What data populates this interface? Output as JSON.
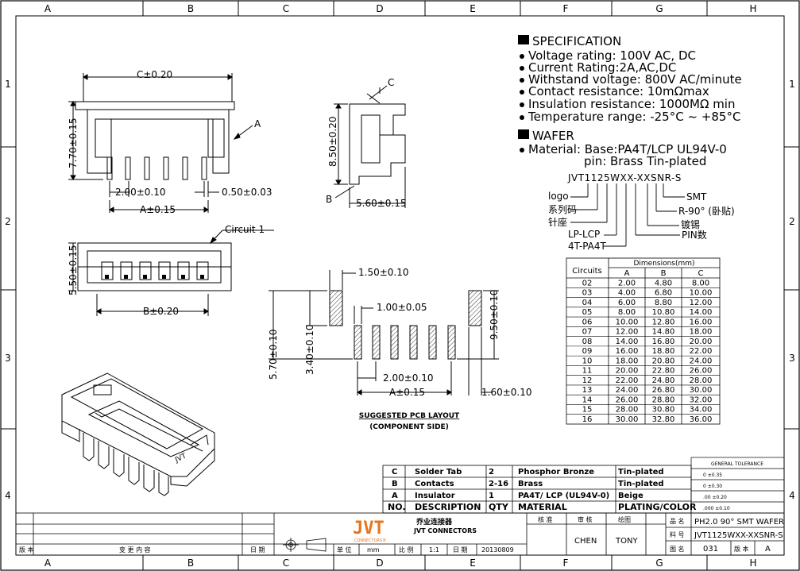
{
  "frame": {
    "cols": [
      "A",
      "B",
      "C",
      "D",
      "E",
      "F",
      "G",
      "H"
    ],
    "rows": [
      "1",
      "2",
      "3",
      "4"
    ]
  },
  "spec": {
    "title": "SPECIFICATION",
    "items": [
      "Voltage rating: 100V AC, DC",
      "Current Rating:2A,AC,DC",
      "Withstand voltage: 800V AC/minute",
      "Contact resistance: 10mΩmax",
      "Insulation resistance: 1000MΩ min",
      "Temperature range: -25°C ~ +85°C"
    ],
    "wafer_title": "WAFER",
    "material_line1": "Material: Base:PA4T/LCP UL94V-0",
    "material_line2": "pin: Brass Tin-plated"
  },
  "partcode": {
    "code": "JVT1125WXX-XXSNR-S",
    "left_labels": [
      "logo",
      "系列码",
      "针座",
      "LP-LCP",
      "4T-PA4T"
    ],
    "right_labels": [
      "SMT",
      "R-90° (卧贴)",
      "镀锡",
      "PIN数"
    ]
  },
  "dims": {
    "front_width": "C±0.20",
    "front_height": "7.70±0.15",
    "front_pitch": "2.00±0.10",
    "front_pin": "0.50±0.03",
    "front_a": "A±0.15",
    "callout_a": "A",
    "side_height": "8.50±0.20",
    "side_depth": "5.60±0.15",
    "callout_b": "B",
    "callout_c": "C",
    "top_depth": "5.50±0.15",
    "top_b": "B±0.20",
    "circuit1": "Circuit 1",
    "pcb_tab_w": "1.50±0.10",
    "pcb_pad_w": "1.00±0.05",
    "pcb_h1": "5.70±0.10",
    "pcb_h2": "3.40±0.10",
    "pcb_h3": "9.50±0.10",
    "pcb_pitch": "2.00±0.10",
    "pcb_a": "A±0.15",
    "pcb_edge": "1.60±0.10",
    "pcb_title": "SUGGESTED PCB LAYOUT",
    "pcb_subtitle": "(COMPONENT SIDE)",
    "iso_logo": "JVT"
  },
  "dim_table": {
    "header_circuits": "Circuits",
    "header_dims": "Dimensions(mm)",
    "cols": [
      "A",
      "B",
      "C"
    ],
    "rows": [
      [
        "02",
        "2.00",
        "4.80",
        "8.00"
      ],
      [
        "03",
        "4.00",
        "6.80",
        "10.00"
      ],
      [
        "04",
        "6.00",
        "8.80",
        "12.00"
      ],
      [
        "05",
        "8.00",
        "10.80",
        "14.00"
      ],
      [
        "06",
        "10.00",
        "12.80",
        "16.00"
      ],
      [
        "07",
        "12.00",
        "14.80",
        "18.00"
      ],
      [
        "08",
        "14.00",
        "16.80",
        "20.00"
      ],
      [
        "09",
        "16.00",
        "18.80",
        "22.00"
      ],
      [
        "10",
        "18.00",
        "20.80",
        "24.00"
      ],
      [
        "11",
        "20.00",
        "22.80",
        "26.00"
      ],
      [
        "12",
        "22.00",
        "24.80",
        "28.00"
      ],
      [
        "13",
        "24.00",
        "26.80",
        "30.00"
      ],
      [
        "14",
        "26.00",
        "28.80",
        "32.00"
      ],
      [
        "15",
        "28.00",
        "30.80",
        "34.00"
      ],
      [
        "16",
        "30.00",
        "32.80",
        "36.00"
      ]
    ]
  },
  "bom": {
    "rows": [
      [
        "C",
        "Solder Tab",
        "2",
        "Phosphor Bronze",
        "Tin-plated"
      ],
      [
        "B",
        "Contacts",
        "2-16",
        "Brass",
        "Tin-plated"
      ],
      [
        "A",
        "Insulator",
        "1",
        "PA4T/ LCP (UL94V-0)",
        "Beige"
      ]
    ],
    "header": [
      "NO.",
      "DESCRIPTION",
      "QTY",
      "MATERIAL",
      "PLATING/COLOR"
    ]
  },
  "tolerance": {
    "title": "GENERAL TOLERANCE",
    "rows": [
      "0    ±0.35",
      "0   ±0.30",
      ".00   ±0.20",
      ".000  ±0.10"
    ]
  },
  "title_block": {
    "company_cn": "乔业连接器",
    "company_en": "JVT CONNECTORS",
    "logo": "JVT",
    "logo_sub": "CONNECTORS®",
    "approve_label": "核 准",
    "check_label": "审 核",
    "draw_label": "绘图",
    "checker": "CHEN",
    "drawer": "TONY",
    "name_label": "品 名",
    "name_value": "PH2.0 90° SMT WAFER",
    "part_label": "料 号",
    "part_value": "JVT1125WXX-XXSNR-S",
    "drawing_label": "图 名",
    "drawing_value": "031",
    "version_label": "版 本",
    "version_value": "A",
    "rev_label": "版 本",
    "change_label": "变 更 内 容",
    "date_label": "日 期",
    "unit_label": "单 位",
    "unit_value": "mm",
    "scale_label": "比 例",
    "scale_value": "1:1",
    "date2_label": "日 期",
    "date_value": "20130809"
  }
}
